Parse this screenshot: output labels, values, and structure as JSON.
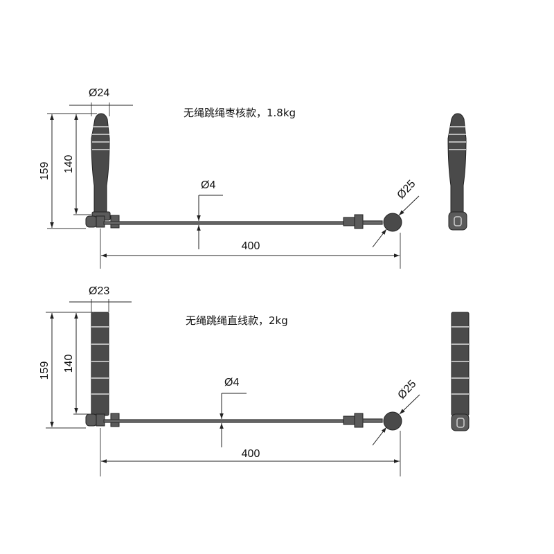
{
  "upper": {
    "title": "无绳跳绳枣核款，1.8kg",
    "dim_diameter_grip": "Ø24",
    "dim_total_height": "159",
    "dim_grip_height": "140",
    "dim_rope_diameter": "Ø4",
    "dim_ball_diameter": "Ø25",
    "dim_length": "400"
  },
  "lower": {
    "title": "无绳跳绳直线款，2kg",
    "dim_diameter_grip": "Ø23",
    "dim_total_height": "159",
    "dim_grip_height": "140",
    "dim_rope_diameter": "Ø4",
    "dim_ball_diameter": "Ø25",
    "dim_length": "400"
  },
  "colors": {
    "body": "#4a4a4a",
    "groove": "#b9b9b9",
    "line": "#222222"
  }
}
